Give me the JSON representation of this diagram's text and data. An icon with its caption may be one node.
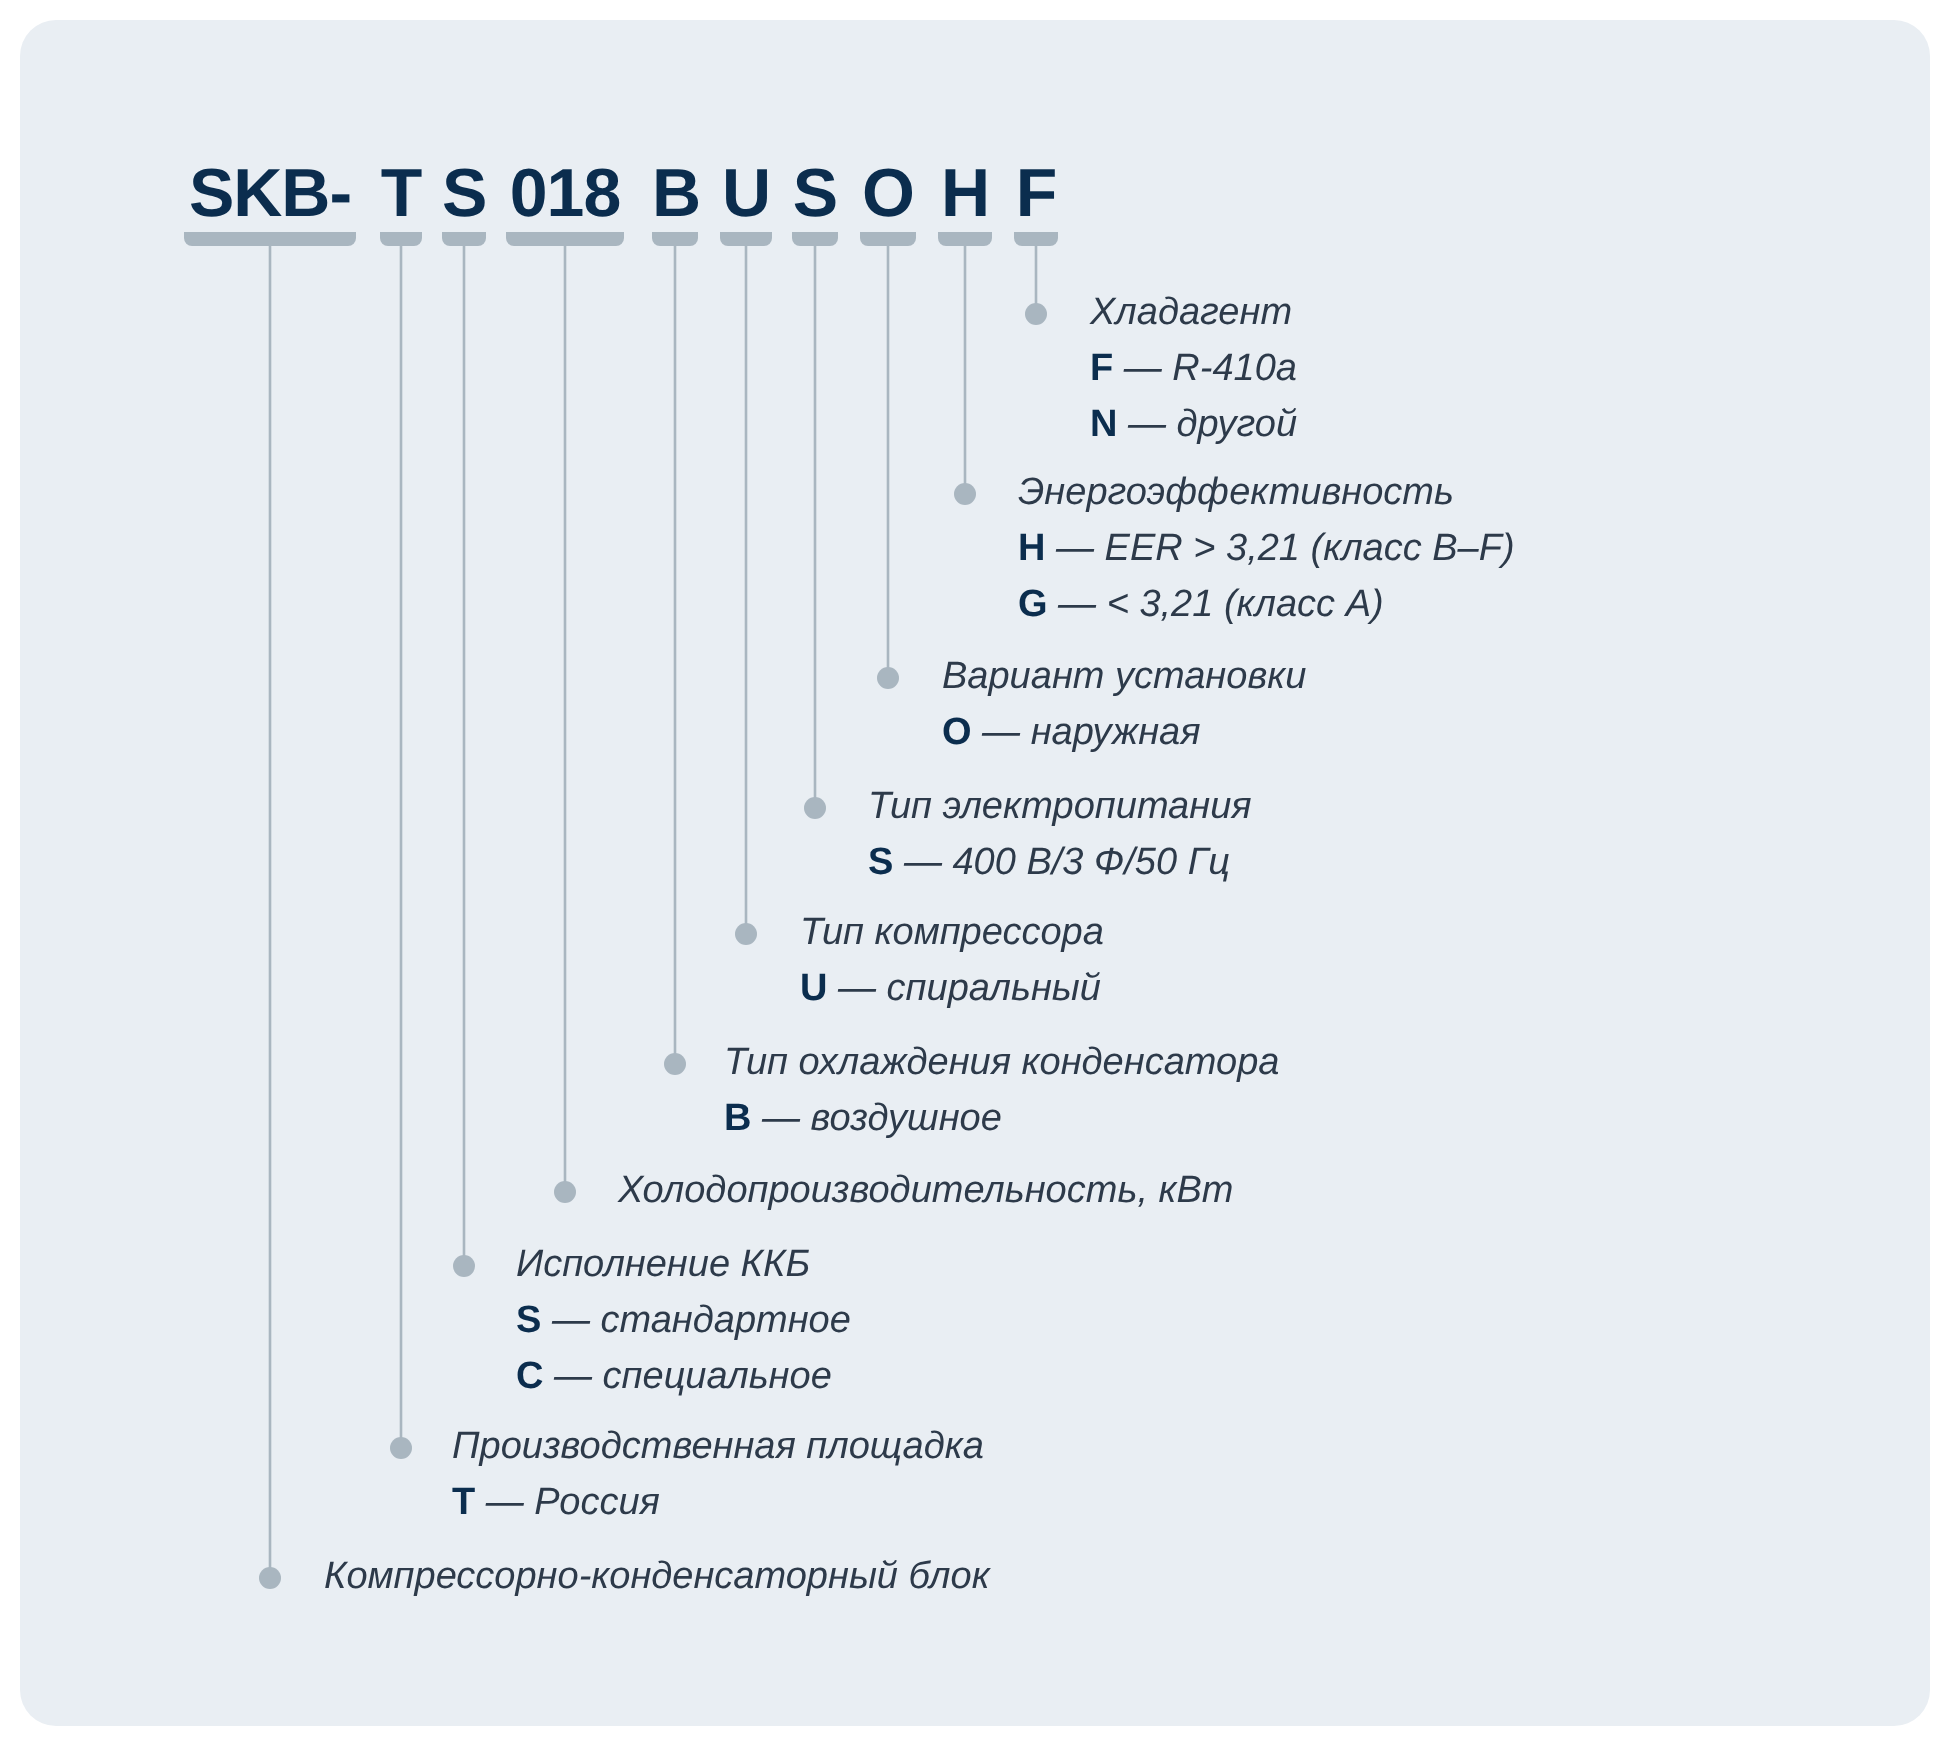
{
  "diagram": {
    "nodes": [
      {
        "text": [
          "SKB-"
        ]
      },
      {
        "text": [
          "T"
        ]
      },
      {
        "text": [
          "S"
        ]
      },
      {
        "text": [
          "018"
        ]
      },
      {
        "text": [
          "B"
        ]
      },
      {
        "text": [
          "U"
        ]
      },
      {
        "text": [
          "S"
        ]
      },
      {
        "text": [
          "O"
        ]
      },
      {
        "text": [
          "H"
        ]
      },
      {
        "text": [
          "F"
        ]
      },
      {
        "text": [
          "Хладагент",
          "**F** — R-410a",
          "**N** — другой"
        ]
      },
      {
        "text": [
          "Энергоэффективность",
          "**H** — EER > 3,21 (класс B–F)",
          "**G** — < 3,21 (класс A)"
        ]
      },
      {
        "text": [
          "Вариант установки",
          "**O** — наружная"
        ]
      },
      {
        "text": [
          "Тип электропитания",
          "**S** — 400 В/3 Ф/50 Гц"
        ]
      },
      {
        "text": [
          "Тип компрессора",
          "**U** — спиральный"
        ]
      },
      {
        "text": [
          "Тип охлаждения конденсатора",
          "**B** — воздушное"
        ]
      },
      {
        "text": [
          "Холодопроизводительность, кВт"
        ]
      },
      {
        "text": [
          "Исполнение ККБ",
          "**S** — стандартное",
          "**C** — специальное"
        ]
      },
      {
        "text": [
          "Производственная площадка",
          "**T** — Россия"
        ]
      },
      {
        "text": [
          "Компрессорно-конденсаторный блок"
        ]
      }
    ],
    "edges": [
      {
        "from": 9,
        "to": 10,
        "arrow": "other"
      },
      {
        "from": 8,
        "to": 11,
        "arrow": "other"
      },
      {
        "from": 7,
        "to": 12,
        "arrow": "other"
      },
      {
        "from": 6,
        "to": 13,
        "arrow": "other"
      },
      {
        "from": 5,
        "to": 14,
        "arrow": "other"
      },
      {
        "from": 4,
        "to": 15,
        "arrow": "other"
      },
      {
        "from": 3,
        "to": 16,
        "arrow": "other"
      },
      {
        "from": 2,
        "to": 17,
        "arrow": "other"
      },
      {
        "from": 1,
        "to": 18,
        "arrow": "other"
      },
      {
        "from": 0,
        "to": 19,
        "arrow": "other"
      }
    ]
  }
}
